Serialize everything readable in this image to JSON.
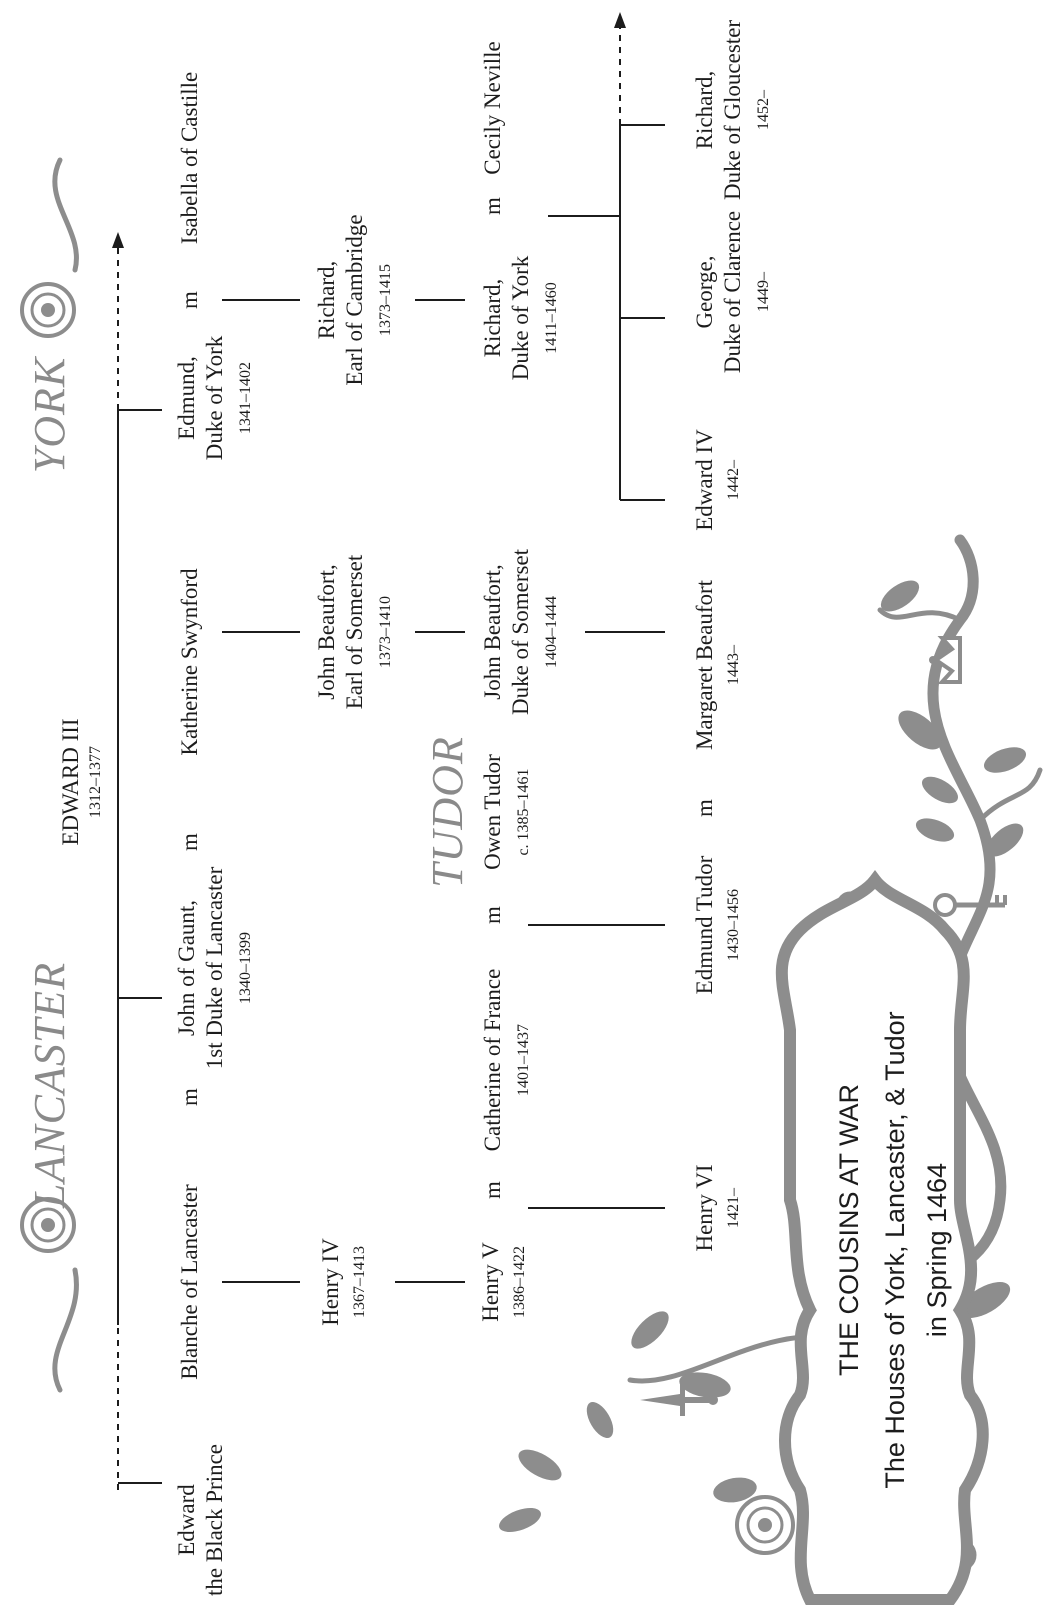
{
  "houses": {
    "lancaster": "LANCASTER",
    "york": "YORK",
    "tudor": "TUDOR"
  },
  "marriage_symbol": "m",
  "people": {
    "edward_iii": {
      "name": "EDWARD III",
      "dates": "1312–1377"
    },
    "black_prince": {
      "name_line1": "Edward",
      "name_line2": "the Black Prince"
    },
    "blanche": {
      "name": "Blanche of Lancaster"
    },
    "john_of_gaunt": {
      "name_line1": "John of Gaunt,",
      "name_line2": "1st Duke of Lancaster",
      "dates": "1340–1399"
    },
    "katherine_swynford": {
      "name": "Katherine Swynford"
    },
    "edmund_york": {
      "name_line1": "Edmund,",
      "name_line2": "Duke of York",
      "dates": "1341–1402"
    },
    "isabella": {
      "name": "Isabella of Castille"
    },
    "henry_iv": {
      "name": "Henry IV",
      "dates": "1367–1413"
    },
    "john_beaufort_earl": {
      "name_line1": "John Beaufort,",
      "name_line2": "Earl of Somerset",
      "dates": "1373–1410"
    },
    "richard_cambridge": {
      "name_line1": "Richard,",
      "name_line2": "Earl of Cambridge",
      "dates": "1373–1415"
    },
    "henry_v": {
      "name": "Henry V",
      "dates": "1386–1422"
    },
    "catherine": {
      "name": "Catherine of France",
      "dates": "1401–1437"
    },
    "owen_tudor": {
      "name": "Owen Tudor",
      "dates": "c. 1385–1461"
    },
    "john_beaufort_duke": {
      "name_line1": "John Beaufort,",
      "name_line2": "Duke of Somerset",
      "dates": "1404–1444"
    },
    "richard_york": {
      "name_line1": "Richard,",
      "name_line2": "Duke of York",
      "dates": "1411–1460"
    },
    "cecily": {
      "name": "Cecily Neville"
    },
    "henry_vi": {
      "name": "Henry VI",
      "dates": "1421–"
    },
    "edmund_tudor": {
      "name": "Edmund Tudor",
      "dates": "1430–1456"
    },
    "margaret_beaufort": {
      "name": "Margaret Beaufort",
      "dates": "1443–"
    },
    "edward_iv": {
      "name": "Edward IV",
      "dates": "1442–"
    },
    "george_clarence": {
      "name_line1": "George,",
      "name_line2": "Duke of Clarence",
      "dates": "1449–"
    },
    "richard_gloucester": {
      "name_line1": "Richard,",
      "name_line2": "Duke of Gloucester",
      "dates": "1452–"
    }
  },
  "title": {
    "line1": "THE COUSINS AT WAR",
    "line2": "The Houses of York, Lancaster, & Tudor",
    "line3": "in Spring 1464"
  },
  "colors": {
    "ink": "#1c1c1c",
    "ornament_gray": "#8d8d8d",
    "house_label_gray": "#8a8a8a",
    "background": "#ffffff"
  },
  "icons": [
    "tudor-rose-icon",
    "crown-icon",
    "key-icon",
    "dagger-icon"
  ]
}
